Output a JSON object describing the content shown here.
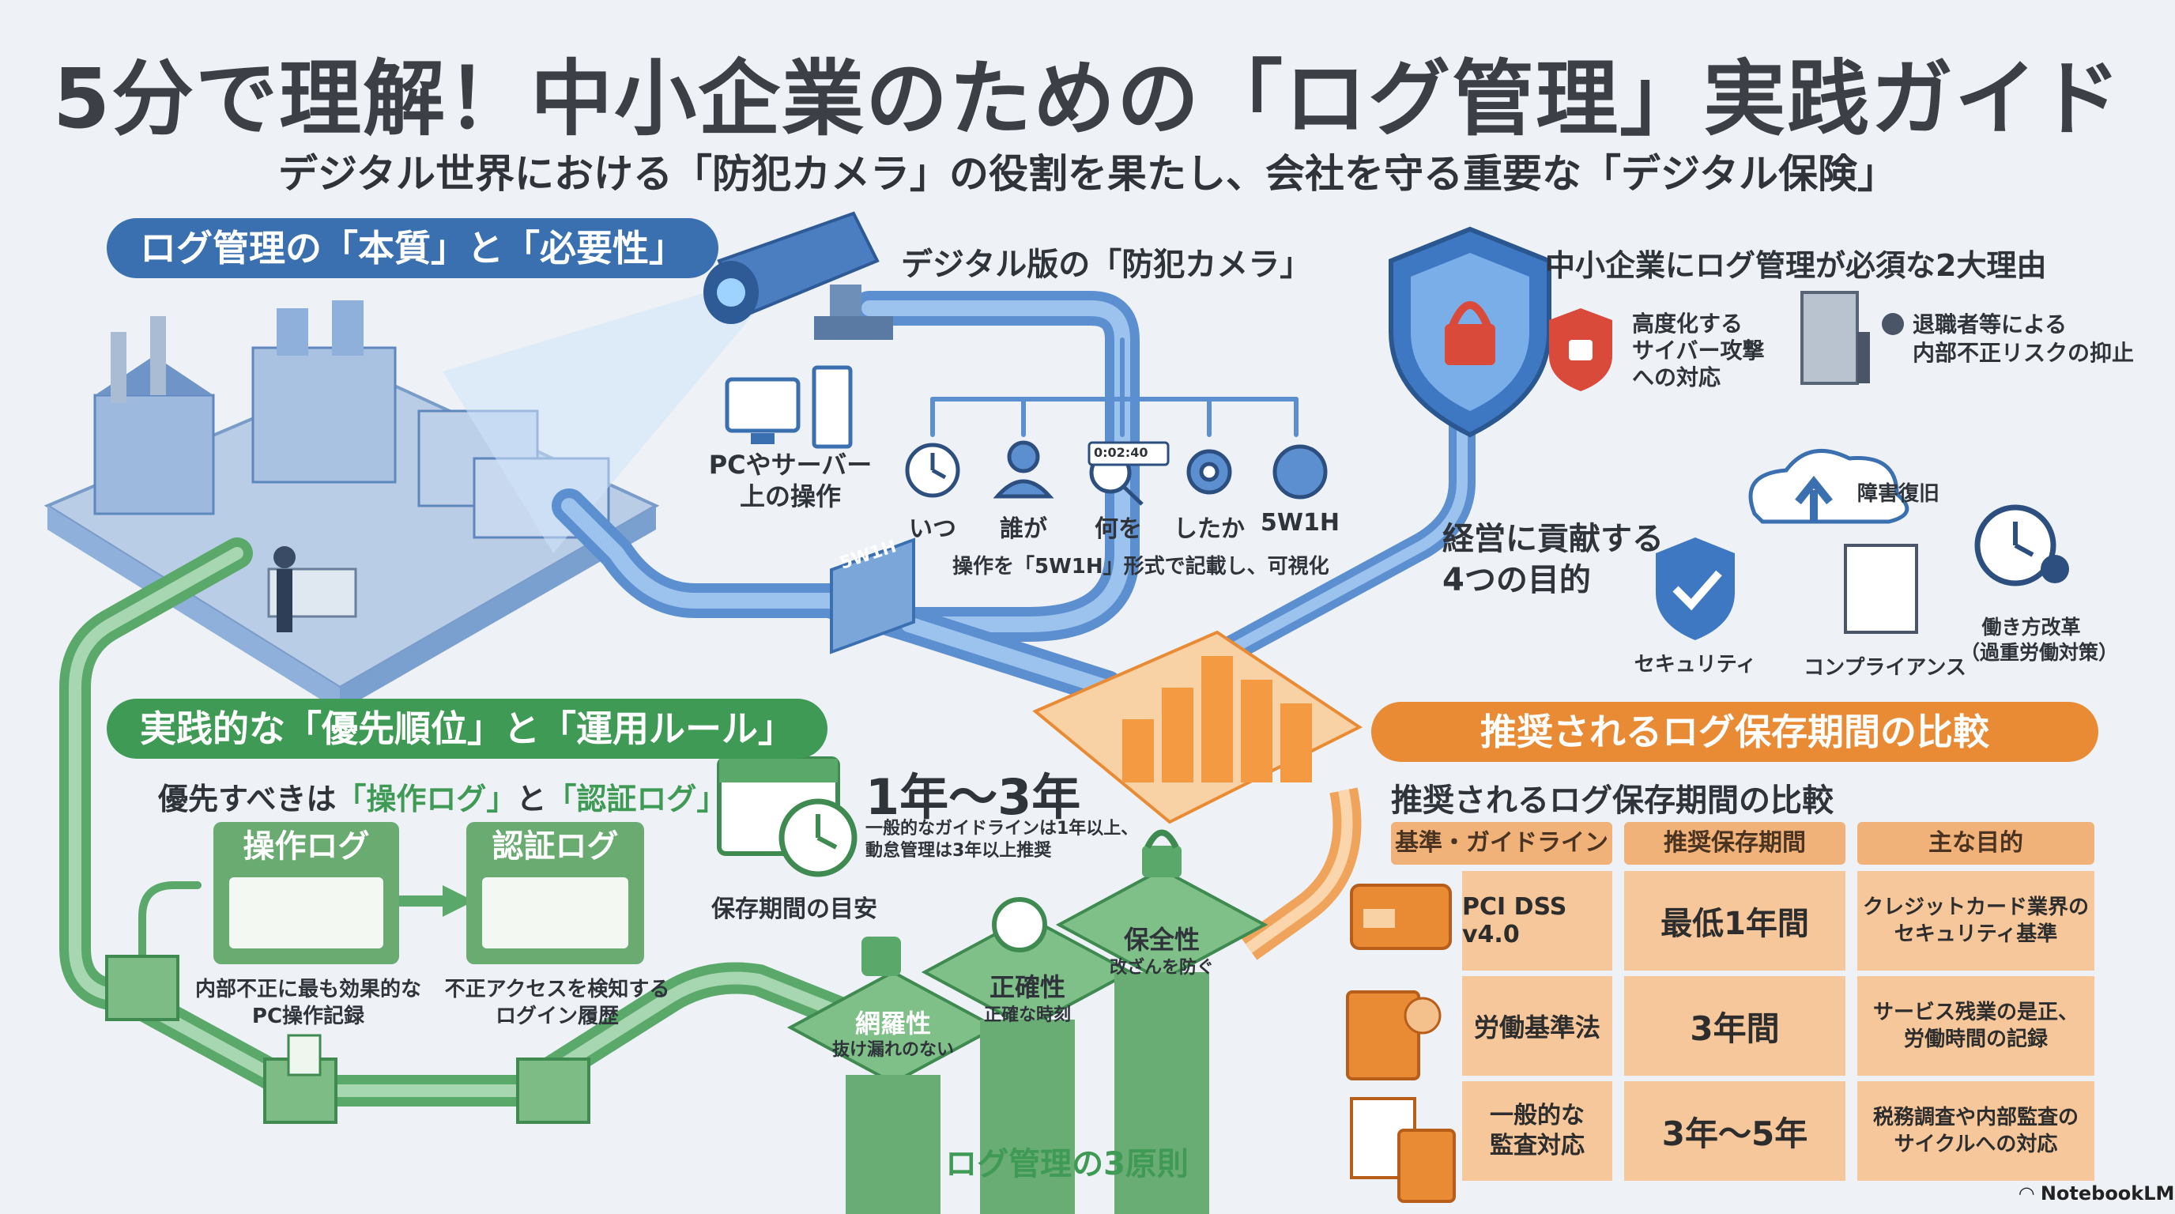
{
  "title": "5分で理解！中小企業のための「ログ管理」実践ガイド",
  "subtitle": "デジタル世界における「防犯カメラ」の役割を果たし、会社を守る重要な「デジタル保険」",
  "section_essence": {
    "heading": "ログ管理の「本質」と「必要性」",
    "camera_label": "デジタル版の「防犯カメラ」",
    "pc_label_1": "PCやサーバー",
    "pc_label_2": "上の操作",
    "tag_5w1h": "5W1H",
    "clock_readout": "0:02:40",
    "w_items": [
      {
        "label": "いつ",
        "icon": "clock-icon"
      },
      {
        "label": "誰が",
        "icon": "user-icon"
      },
      {
        "label": "何を",
        "icon": "magnifier-icon"
      },
      {
        "label": "したか",
        "icon": "gear-icon"
      },
      {
        "label": "5W1H",
        "icon": "info-icon"
      }
    ],
    "caption": "操作を「5W1H」形式で記載し、可視化"
  },
  "section_reasons": {
    "heading": "中小企業にログ管理が必須な2大理由",
    "reason1_lines": [
      "高度化する",
      "サイバー攻撃",
      "への対応"
    ],
    "reason2_lines": [
      "退職者等による",
      "内部不正リスクの抑止"
    ]
  },
  "section_purposes": {
    "heading_lines": [
      "経営に貢献する",
      "4つの目的"
    ],
    "items": [
      {
        "label": "セキュリティ",
        "icon": "shield-check-icon"
      },
      {
        "label": "障害復旧",
        "icon": "cloud-upload-icon"
      },
      {
        "label": "コンプライアンス",
        "icon": "document-scale-icon"
      },
      {
        "label_lines": [
          "働き方改革",
          "（過重労働対策）"
        ],
        "icon": "clock-person-icon"
      }
    ]
  },
  "section_practice": {
    "heading": "実践的な「優先順位」と「運用ルール」",
    "priority_prefix": "優先すべきは",
    "priority_a": "「操作ログ」",
    "priority_mid": "と",
    "priority_b": "「認証ログ」",
    "card1_title": "操作ログ",
    "card1_caption_lines": [
      "内部不正に最も効果的な",
      "PC操作記録"
    ],
    "card2_title": "認証ログ",
    "card2_caption_lines": [
      "不正アクセスを検知する",
      "ログイン履歴"
    ]
  },
  "retention_hint": {
    "big": "1年〜3年",
    "small_lines": [
      "一般的なガイドラインは1年以上、",
      "動怠管理は3年以上推奨"
    ],
    "caption": "保存期間の目安"
  },
  "principles": {
    "caption": "ログ管理の3原則",
    "items": [
      {
        "title": "網羅性",
        "sub": "抜け漏れのない"
      },
      {
        "title": "正確性",
        "sub": "正確な時刻"
      },
      {
        "title": "保全性",
        "sub": "改ざんを防ぐ"
      }
    ]
  },
  "retention_table": {
    "banner": "推奨されるログ保存期間の比較",
    "heading": "推奨されるログ保存期間の比較",
    "columns": [
      "基準・ガイドライン",
      "推奨保存期間",
      "主な目的"
    ],
    "rows": [
      {
        "standard": "PCI DSS v4.0",
        "period": "最低1年間",
        "purpose_lines": [
          "クレジットカード業界の",
          "セキュリティ基準"
        ],
        "icon": "credit-card-icon"
      },
      {
        "standard": "労働基準法",
        "period": "3年間",
        "purpose_lines": [
          "サービス残業の是正、",
          "労働時間の記録"
        ],
        "icon": "law-book-person-icon"
      },
      {
        "standard_lines": [
          "一般的な",
          "監査対応"
        ],
        "period": "3年〜5年",
        "purpose_lines": [
          "税務調査や内部監査の",
          "サイクルへの対応"
        ],
        "icon": "calculator-document-icon"
      }
    ]
  },
  "watermark": "NotebookLM",
  "colors": {
    "blue": "#3a6fb0",
    "green": "#3f9a55",
    "orange": "#e98a35",
    "light_orange": "#f6c79a"
  }
}
